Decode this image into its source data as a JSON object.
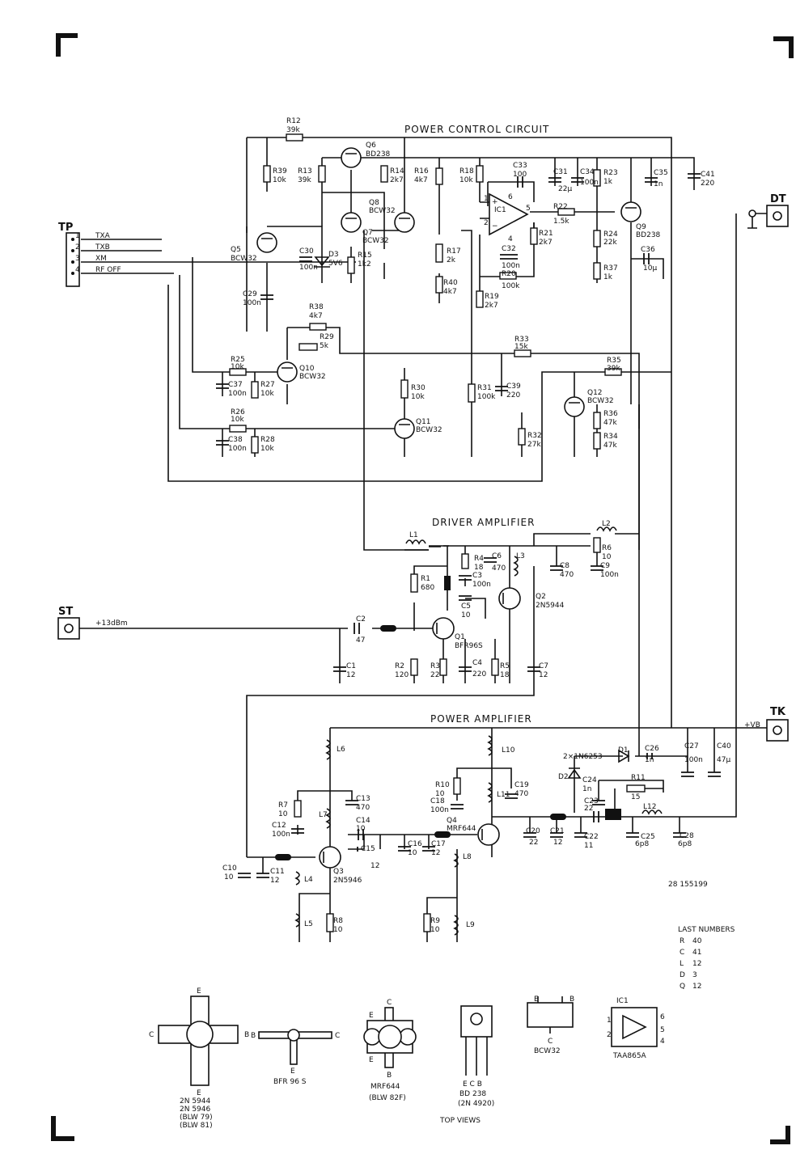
{
  "sections": {
    "power_control": "POWER CONTROL CIRCUIT",
    "driver": "DRIVER AMPLIFIER",
    "power_amp": "POWER AMPLIFIER",
    "top_views": "TOP VIEWS"
  },
  "connectors": {
    "tp": "TP",
    "dt": "DT",
    "st": "ST",
    "tk": "TK",
    "st_level": "+13dBm",
    "tk_supply": "+VB"
  },
  "tp_pins": [
    {
      "num": "1",
      "label": "TXA"
    },
    {
      "num": "2",
      "label": "TXB"
    },
    {
      "num": "3",
      "label": "XM"
    },
    {
      "num": "4",
      "label": "RF OFF"
    }
  ],
  "pc": {
    "r12": [
      "R12",
      "39k"
    ],
    "r39": [
      "R39",
      "10k"
    ],
    "r13": [
      "R13",
      "39k"
    ],
    "q6": [
      "Q6",
      "BD238"
    ],
    "r14": [
      "R14",
      "2k7"
    ],
    "r16": [
      "R16",
      "4k7"
    ],
    "r18": [
      "R18",
      "10k"
    ],
    "c33": [
      "C33",
      "100"
    ],
    "c31": [
      "C31",
      "22µ"
    ],
    "c34": [
      "C34",
      "100n"
    ],
    "r23": [
      "R23",
      "1k"
    ],
    "c35": [
      "C35",
      "1n"
    ],
    "c41": [
      "C41",
      "220"
    ],
    "q8": [
      "Q8",
      "BCW32"
    ],
    "q7": [
      "Q7",
      "BCW32"
    ],
    "ic1": "IC1",
    "r22": [
      "R22",
      "1.5k"
    ],
    "q9": [
      "Q9",
      "BD238"
    ],
    "r24": [
      "R24",
      "22k"
    ],
    "r21": [
      "R21",
      "2k7"
    ],
    "q5": [
      "Q5",
      "BCW32"
    ],
    "c30": [
      "C30",
      "100n"
    ],
    "d3": [
      "D3",
      "5V6"
    ],
    "r15": [
      "R15",
      "1k2"
    ],
    "r17": [
      "R17",
      "2k"
    ],
    "c32": [
      "C32",
      "100n"
    ],
    "r20": [
      "R20",
      "100k"
    ],
    "c36": [
      "C36",
      "10µ"
    ],
    "r37": [
      "R37",
      "1k"
    ],
    "r40": [
      "R40",
      "4k7"
    ],
    "c29": [
      "C29",
      "100n"
    ],
    "r19": [
      "R19",
      "2k7"
    ],
    "r38": [
      "R38",
      "4k7"
    ],
    "r29": [
      "R29",
      "5k"
    ],
    "r33": [
      "R33",
      "15k"
    ],
    "r35": [
      "R35",
      "39k"
    ],
    "r25": [
      "R25",
      "10k"
    ],
    "q10": [
      "Q10",
      "BCW32"
    ],
    "r30": [
      "R30",
      "10k"
    ],
    "r31": [
      "R31",
      "100k"
    ],
    "c39": [
      "C39",
      "220"
    ],
    "q12": [
      "Q12",
      "BCW32"
    ],
    "c37": [
      "C37",
      "100n"
    ],
    "r27": [
      "R27",
      "10k"
    ],
    "r36": [
      "R36",
      "47k"
    ],
    "r26": [
      "R26",
      "10k"
    ],
    "q11": [
      "Q11",
      "BCW32"
    ],
    "r32": [
      "R32",
      "27k"
    ],
    "r34": [
      "R34",
      "47k"
    ],
    "c38": [
      "C38",
      "100n"
    ],
    "r28": [
      "R28",
      "10k"
    ],
    "ic_pins": [
      "1",
      "2",
      "4",
      "5",
      "6"
    ]
  },
  "drv": {
    "l1": "L1",
    "l2": "L2",
    "r4": [
      "R4",
      "18"
    ],
    "c6": [
      "C6",
      "470"
    ],
    "l3": "L3",
    "r6": [
      "R6",
      "10"
    ],
    "c8": [
      "C8",
      "470"
    ],
    "c9": [
      "C9",
      "100n"
    ],
    "r1": [
      "R1",
      "680"
    ],
    "c3": [
      "C3",
      "100n"
    ],
    "c5": [
      "C5",
      "10"
    ],
    "q2": [
      "Q2",
      "2N5944"
    ],
    "c2": [
      "C2",
      "47"
    ],
    "q1": [
      "Q1",
      "BFR96S"
    ],
    "c1": [
      "C1",
      "12"
    ],
    "r2": [
      "R2",
      "120"
    ],
    "r3": [
      "R3",
      "22"
    ],
    "c4": [
      "C4",
      "220"
    ],
    "r5": [
      "R5",
      "18"
    ],
    "c7": [
      "C7",
      "12"
    ]
  },
  "pa": {
    "l10": "L10",
    "d_pair": "2×1N6253",
    "d1": "D1",
    "c26": [
      "C26",
      "1n"
    ],
    "c27": [
      "C27",
      "100n"
    ],
    "c40": [
      "C40",
      "47µ"
    ],
    "l6": "L6",
    "d2": "D2",
    "c24": [
      "C24",
      "1n"
    ],
    "r11": [
      "R11",
      "15"
    ],
    "r10": [
      "R10",
      "10"
    ],
    "c19": [
      "C19",
      "470"
    ],
    "l11": "L11",
    "r7": [
      "R7",
      "10"
    ],
    "c13": [
      "C13",
      "470"
    ],
    "c18": [
      "C18",
      "100n"
    ],
    "c23": [
      "C23",
      "22"
    ],
    "l12": "L12",
    "l7": "L7",
    "c14": [
      "C14",
      "10"
    ],
    "q4": [
      "Q4",
      "MRF644"
    ],
    "c12": [
      "C12",
      "100n"
    ],
    "c15": [
      "C15",
      "12"
    ],
    "c16": [
      "C16",
      "10"
    ],
    "c17": [
      "C17",
      "12"
    ],
    "c20": [
      "C20",
      "22"
    ],
    "c21": [
      "C21",
      "12"
    ],
    "c22": [
      "C22",
      "11"
    ],
    "c25": [
      "C25",
      "6p8"
    ],
    "c28": [
      "C28",
      "6p8"
    ],
    "c10": [
      "C10",
      "10"
    ],
    "c11": [
      "C11",
      "12"
    ],
    "q3": [
      "Q3",
      "2N5946"
    ],
    "l4": "L4",
    "l8": "L8",
    "l5": "L5",
    "r8": [
      "R8",
      "10"
    ],
    "r9": [
      "R9",
      "10"
    ],
    "l9": "L9",
    "drawing_no": "28 155199"
  },
  "last_numbers": {
    "title": "LAST NUMBERS",
    "rows": [
      [
        "R",
        "40"
      ],
      [
        "C",
        "41"
      ],
      [
        "L",
        "12"
      ],
      [
        "D",
        "3"
      ],
      [
        "Q",
        "12"
      ]
    ]
  },
  "packages": {
    "p1_pins": [
      "E",
      "C",
      "B",
      "E"
    ],
    "p1_names": [
      "2N 5944",
      "2N 5946",
      "(BLW 79)",
      "(BLW 81)"
    ],
    "p2_pins": [
      "B",
      "C",
      "E"
    ],
    "p2_name": "BFR 96 S",
    "p3_pins": [
      "C",
      "E",
      "E",
      "B"
    ],
    "p3_names": [
      "MRF644",
      "(BLW 82F)"
    ],
    "p4_pins": "E C B",
    "p4_names": [
      "BD 238",
      "(2N 4920)"
    ],
    "p5_pins": [
      "E",
      "B",
      "C"
    ],
    "p5_name": "BCW32",
    "p6_title": "IC1",
    "p6_name": "TAA865A",
    "p6_pins": [
      "1",
      "2",
      "4",
      "5",
      "6"
    ]
  }
}
